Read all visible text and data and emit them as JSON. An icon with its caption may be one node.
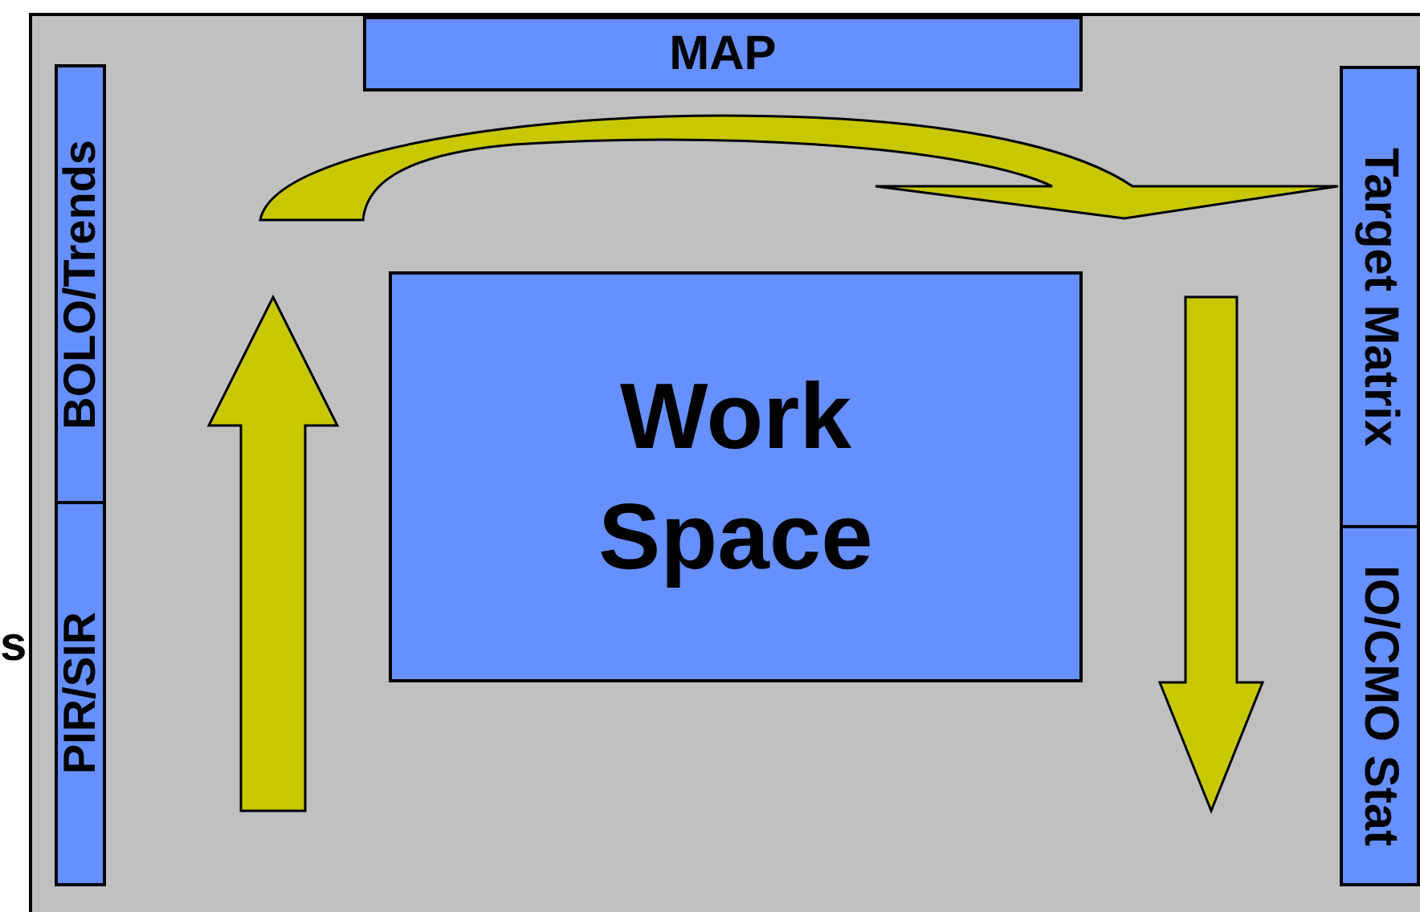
{
  "diagram": {
    "nodes": [
      {
        "text": [
          "MAP"
        ]
      },
      {
        "text": [
          "BOLO/Trends"
        ]
      },
      {
        "text": [
          "PIR/SIR"
        ]
      },
      {
        "text": [
          "Work Space"
        ]
      },
      {
        "text": [
          "Target Matrix"
        ]
      },
      {
        "text": [
          "IO/CMO Stat"
        ]
      }
    ],
    "edges": [
      {
        "from": null,
        "to": 4,
        "arrow": "to"
      }
    ],
    "labels": [
      "s"
    ]
  }
}
